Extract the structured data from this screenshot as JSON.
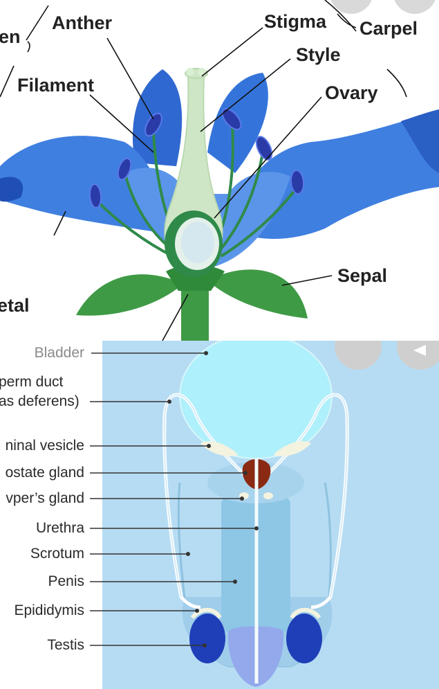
{
  "flower": {
    "labels": {
      "stamen_partial": "en",
      "anther": "Anther",
      "filament": "Filament",
      "stigma": "Stigma",
      "style": "Style",
      "carpel": "Carpel",
      "ovary": "Ovary",
      "sepal": "Sepal",
      "petal_partial": "etal"
    }
  },
  "male": {
    "labels": {
      "bladder": "Bladder",
      "sperm_duct_1": "perm duct",
      "sperm_duct_2": "as deferens)",
      "seminal_vesicle": "ninal vesicle",
      "prostate_gland": "ostate gland",
      "cowpers_gland": "vper’s gland",
      "urethra": "Urethra",
      "scrotum": "Scrotum",
      "penis": "Penis",
      "epididymis": "Epididymis",
      "testis": "Testis"
    }
  },
  "colors": {
    "petal": "#3f7fe0",
    "petal_dark": "#2a5fc4",
    "sepal": "#3f9a45",
    "style_green": "#cfe6c6",
    "ovary_green": "#2f8a4a",
    "anther": "#2a3ba8",
    "bg_blue": "#b6dcf3",
    "bladder": "#aef0fb",
    "prostate": "#8a2a12",
    "testis": "#1f3fb8"
  }
}
